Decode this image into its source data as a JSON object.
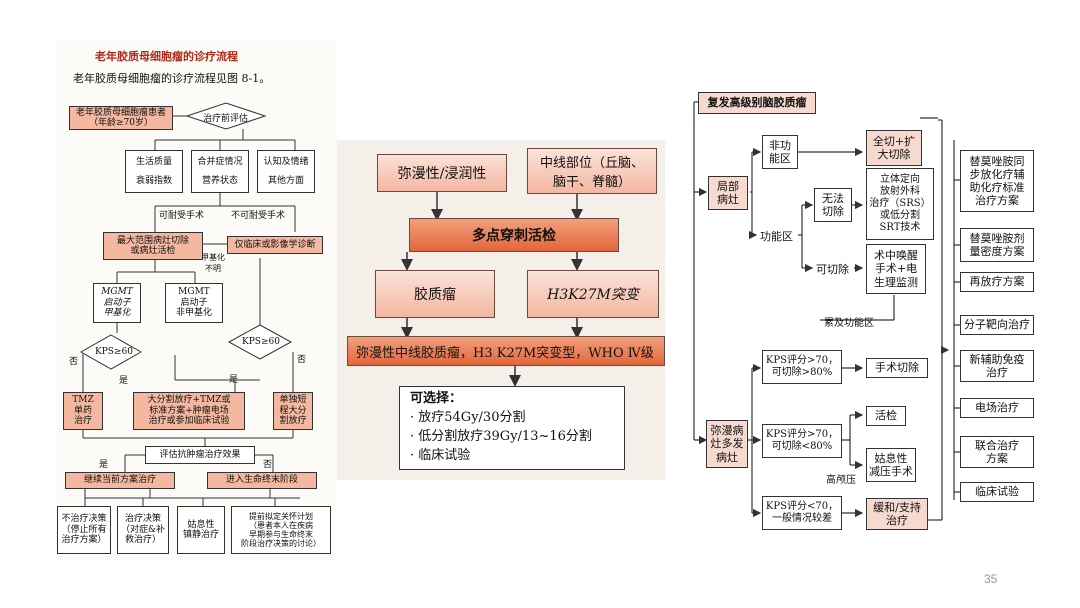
{
  "slide_number": "35",
  "left_panel": {
    "title": "老年胶质母细胞瘤的诊疗流程",
    "intro": "老年胶质母细胞瘤的诊疗流程见图 8-1。",
    "patient": "老年胶质母细胞瘤患者\n（年龄≥70岁）",
    "pre_assess": "治疗前评估",
    "assess_items": [
      "生活质量",
      "合并症情况",
      "认知及情绪",
      "衰弱指数",
      "营养状态",
      "其他方面"
    ],
    "tolerable": "可耐受手术",
    "intolerable": "不可耐受手术",
    "max_resect": "最大范围病灶切除\n或病灶活检",
    "imaging_only": "仅临床或影像学诊断",
    "methylation_unknown": "甲基化\n不明",
    "mgmt_on": "MGMT\n启动子\n甲基化",
    "mgmt_off": "MGMT\n启动子\n非甲基化",
    "kps_left": "KPS≥60",
    "kps_right": "KPS≥60",
    "yes": "是",
    "no": "否",
    "tmz": "TMZ\n单药\n治疗",
    "combined": "大分割放疗+TMZ或\n标准方案+肿瘤电场\n治疗或参加临床试验",
    "short_rt": "单独短\n程大分\n割放疗",
    "eval_effect": "评估抗肿瘤治疗效果",
    "continue": "继续当前方案治疗",
    "end_stage": "进入生命终末阶段",
    "bottom": [
      "不治疗决策\n（停止所有\n治疗方案）",
      "治疗决策\n（对症&补\n救治疗）",
      "姑息性\n镇静治疗",
      "提前拟定关怀计划\n（患者本人在疾病\n早期参与生命终末\n阶段治疗决策的讨论）"
    ]
  },
  "middle_panel": {
    "diffuse": "弥漫性/浸润性",
    "midline": "中线部位（丘脑、\n脑干、脊髓）",
    "biopsy": "多点穿刺活检",
    "glioma": "胶质瘤",
    "h3k27m": "H3K27M突变",
    "diagnosis": "弥漫性中线胶质瘤，H3 K27M突变型，WHO Ⅳ级",
    "options_title": "可选择：",
    "options": [
      "放疗54Gy/30分割",
      "低分割放疗39Gy/13~16分割",
      "临床试验"
    ]
  },
  "right_panel": {
    "title": "复发高级别脑胶质瘤",
    "local": "局部\n病灶",
    "non_functional": "非功\n能区",
    "total_resection": "全切+扩\n大切除",
    "functional": "功能区",
    "unresectable": "无法\n切除",
    "srs": "立体定向\n放射外科\n治疗（SRS）\n或低分割\nSRT技术",
    "resectable": "可切除",
    "awake": "术中唤醒\n手术+电\n生理监测",
    "involve_functional": "累及功能区",
    "diffuse_multi": "弥漫病\n灶多发\n病灶",
    "kps1": "KPS评分>70，\n可切除>80%",
    "surgery": "手术切除",
    "kps2": "KPS评分>70，\n可切除<80%",
    "biopsy": "活检",
    "palliative_surgery": "姑息性\n减压手术",
    "high_icp": "高颅压",
    "kps3": "KPS评分<70，\n一般情况较差",
    "supportive": "缓和/支持\n治疗",
    "treatments": [
      "替莫唑胺同\n步放化疗辅\n助化疗标准\n治疗方案",
      "替莫唑胺剂\n量密度方案",
      "再放疗方案",
      "分子靶向治疗",
      "新辅助免疫\n治疗",
      "电场治疗",
      "联合治疗\n方案",
      "临床试验"
    ]
  }
}
